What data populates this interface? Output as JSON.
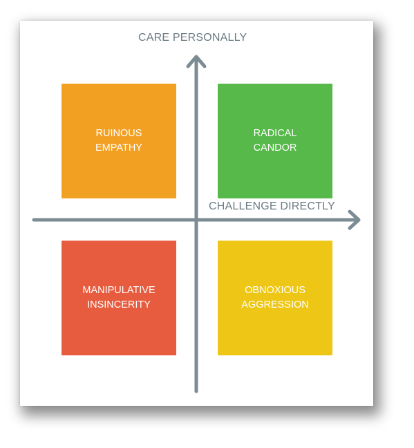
{
  "axes": {
    "y_label": "CARE PERSONALLY",
    "x_label": "CHALLENGE DIRECTLY",
    "color": "#7c8c94"
  },
  "quadrants": [
    {
      "position": "top-left",
      "line1": "RUINOUS",
      "line2": "EMPATHY",
      "color": "#f2a022"
    },
    {
      "position": "top-right",
      "line1": "RADICAL",
      "line2": "CANDOR",
      "color": "#56b94a"
    },
    {
      "position": "bottom-left",
      "line1": "MANIPULATIVE",
      "line2": "INSINCERITY",
      "color": "#e75c3f"
    },
    {
      "position": "bottom-right",
      "line1": "OBNOXIOUS",
      "line2": "AGGRESSION",
      "color": "#eec716"
    }
  ]
}
